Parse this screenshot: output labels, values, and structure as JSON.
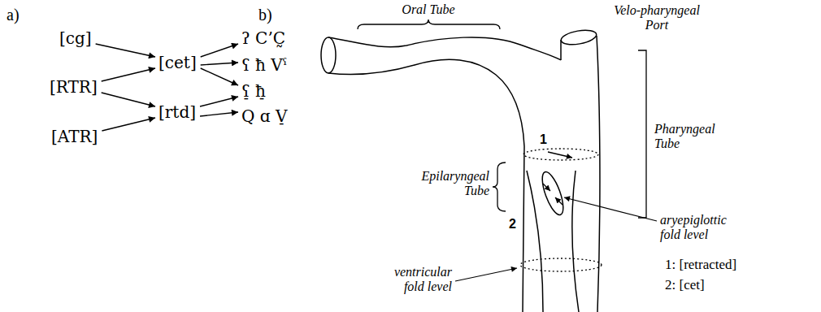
{
  "diagram": {
    "nodes": [
      {
        "text": [
          "[cg]"
        ]
      },
      {
        "text": [
          "[RTR]"
        ]
      },
      {
        "text": [
          "[ATR]"
        ]
      },
      {
        "text": [
          "[cet]"
        ]
      },
      {
        "text": [
          "[rtd]"
        ]
      },
      {
        "text": [
          "ʔ C’C̰"
        ]
      },
      {
        "text": [
          "ʕ ħ Vˤ"
        ]
      },
      {
        "text": [
          "ʕ̠ ħ̠"
        ]
      },
      {
        "text": [
          "Q ɑ V̠"
        ]
      }
    ],
    "edges": [
      {
        "from": 0,
        "to": 3,
        "arrow": "to"
      },
      {
        "from": 1,
        "to": 3,
        "arrow": "to"
      },
      {
        "from": 1,
        "to": 4,
        "arrow": "to"
      },
      {
        "from": 2,
        "to": 4,
        "arrow": "to"
      },
      {
        "from": 3,
        "to": 5,
        "arrow": "to"
      },
      {
        "from": 3,
        "to": 6,
        "arrow": "to"
      },
      {
        "from": 3,
        "to": 7,
        "arrow": "to"
      },
      {
        "from": 4,
        "to": 7,
        "arrow": "to"
      },
      {
        "from": 4,
        "to": 8,
        "arrow": "to"
      }
    ],
    "labels": [
      "a)",
      "b)",
      "Oral Tube",
      "Velo-pharyngeal Port",
      "Pharyngeal Tube",
      "Epilaryngeal Tube",
      "aryepiglottic fold level",
      "ventricular fold level",
      "1",
      "2",
      "1: [retracted]",
      "2: [cet]"
    ]
  }
}
